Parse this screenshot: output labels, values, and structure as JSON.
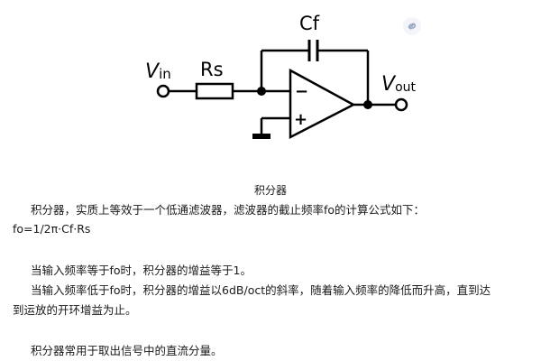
{
  "circuit": {
    "labels": {
      "vin_main": "V",
      "vin_sub": "in",
      "rs": "Rs",
      "cf": "Cf",
      "vout_main": "V",
      "vout_sub": "out",
      "minus": "−",
      "plus": "+"
    }
  },
  "caption": "积分器",
  "paragraphs": {
    "p1": "积分器，实质上等效于一个低通滤波器，滤波器的截止频率fo的计算公式如下：",
    "formula": "fo=1/2π·Cf·Rs",
    "p2": "当输入频率等于fo时，积分器的增益等于1。",
    "p3a": "当输入频率低于fo时，积分器的增益以6dB/oct的斜率，随着输入频率的降低而升高，直到达",
    "p3b": "到运放的开环增益为止。",
    "p4": "积分器常用于取出信号中的直流分量。"
  },
  "colors": {
    "ink": "#000000",
    "text": "#1a1a1a",
    "icon": "#9aa7c4"
  }
}
